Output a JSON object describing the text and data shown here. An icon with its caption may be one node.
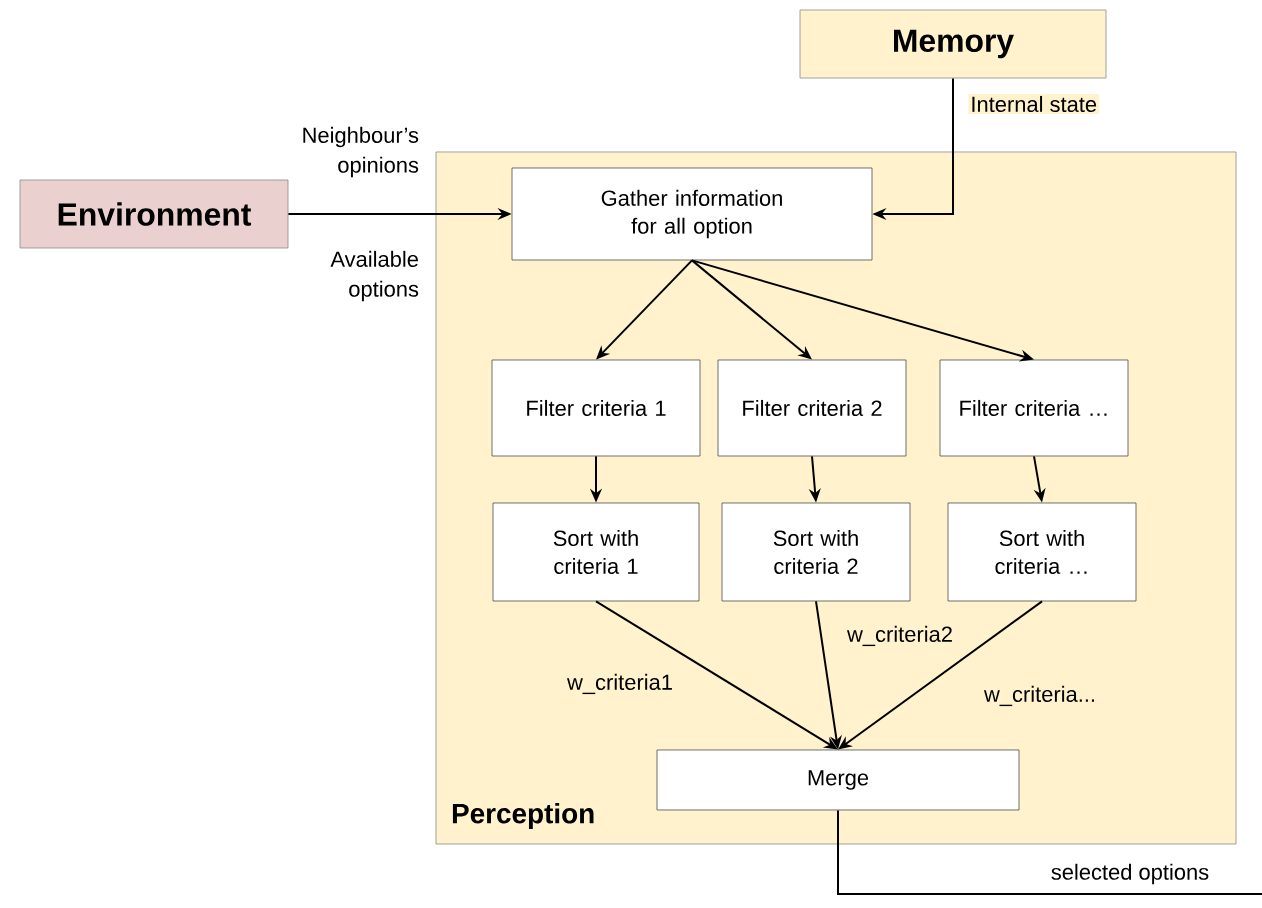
{
  "diagram": {
    "nodes": [
      {
        "text": [
          "Memory"
        ]
      },
      {
        "text": [
          "Environment"
        ]
      },
      {
        "text": [
          "Perception"
        ]
      },
      {
        "text": [
          "Gather information for all option"
        ],
        "in": 2
      },
      {
        "text": [
          "Filter criteria 1"
        ],
        "in": 2
      },
      {
        "text": [
          "Filter criteria 2"
        ],
        "in": 2
      },
      {
        "text": [
          "Filter criteria …"
        ],
        "in": 2
      },
      {
        "text": [
          "Sort with criteria 1"
        ],
        "in": 2
      },
      {
        "text": [
          "Sort with criteria 2"
        ],
        "in": 2
      },
      {
        "text": [
          "Sort with criteria …"
        ],
        "in": 2
      },
      {
        "text": [
          "Merge"
        ],
        "in": 2
      }
    ],
    "edges": [
      {
        "from": 0,
        "to": 3,
        "arrow": "to",
        "label": "Internal state"
      },
      {
        "from": 1,
        "to": 3,
        "arrow": "to"
      },
      {
        "from": 3,
        "to": 4,
        "arrow": "to"
      },
      {
        "from": 3,
        "to": 5,
        "arrow": "to"
      },
      {
        "from": 3,
        "to": 6,
        "arrow": "to"
      },
      {
        "from": 4,
        "to": 7,
        "arrow": "to"
      },
      {
        "from": 5,
        "to": 8,
        "arrow": "to"
      },
      {
        "from": 6,
        "to": 9,
        "arrow": "to"
      },
      {
        "from": 7,
        "to": 10,
        "arrow": "to",
        "label": "w_criteria1"
      },
      {
        "from": 8,
        "to": 10,
        "arrow": "to",
        "label": "w_criteria2"
      },
      {
        "from": 9,
        "to": 10,
        "arrow": "to",
        "label": "w_criteria..."
      },
      {
        "from": 10,
        "to": null,
        "arrow": "none",
        "label": "selected options"
      }
    ],
    "labels": [
      "Neighbour’s opinions",
      "Available options"
    ]
  }
}
